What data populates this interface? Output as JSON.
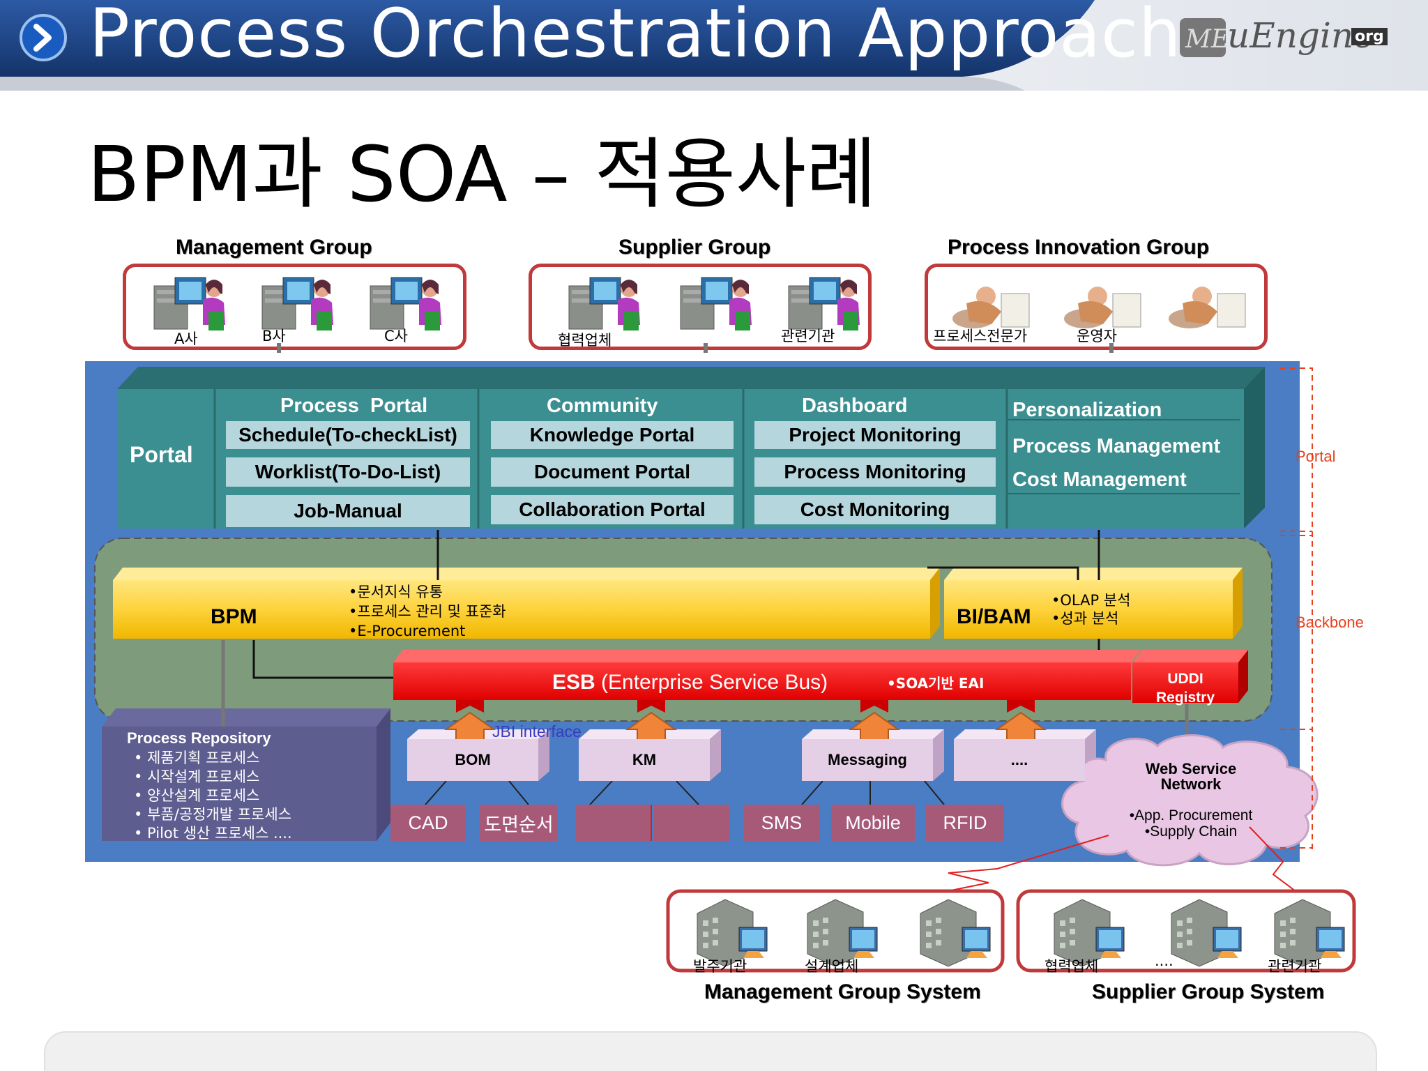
{
  "header": {
    "title": "Process Orchestration Approach",
    "logo_text": "uEngine",
    "logo_suffix": "org"
  },
  "subtitle": "BPM과 SOA – 적용사례",
  "colors": {
    "header_bg": "#1c3f7c",
    "frame_red": "#c0393b",
    "portal_teal": "#3b8f91",
    "backbone_green": "#7e9c7b",
    "outer_blue": "#4a7dc4",
    "esb_red": "#ee1111",
    "bpm_yellow": "#fbd331"
  },
  "groups": {
    "management": {
      "title": "Management Group",
      "labels": [
        "A사",
        "B사",
        "C사"
      ]
    },
    "supplier": {
      "title": "Supplier Group",
      "labels": [
        "협력업체",
        "관련기관"
      ]
    },
    "innovation": {
      "title": "Process Innovation Group",
      "labels": [
        "프로세스전문가",
        "운영자"
      ]
    }
  },
  "portal": {
    "label": "Portal",
    "columns": [
      {
        "header": "Process  Portal",
        "items": [
          "Schedule(To-checkList)",
          "Worklist(To-Do-List)",
          "Job-Manual"
        ]
      },
      {
        "header": "Community",
        "items": [
          "Knowledge Portal",
          "Document Portal",
          "Collaboration Portal"
        ]
      },
      {
        "header": "Dashboard",
        "items": [
          "Project Monitoring",
          "Process Monitoring",
          "Cost Monitoring"
        ]
      }
    ],
    "personalization": {
      "header": "Personalization",
      "items": [
        "Process Management",
        "Cost Management"
      ]
    }
  },
  "backbone": {
    "bpm": {
      "label": "BPM",
      "bullets": [
        "•문서지식 유통",
        "•프로세스 관리 및 표준화",
        "•E-Procurement"
      ]
    },
    "bibam": {
      "label": "BI/BAM",
      "bullets": [
        "•OLAP 분석",
        "•성과 분석"
      ]
    },
    "esb": {
      "bold": "ESB",
      "label": " (Enterprise Service Bus)",
      "note": "•SOA기반 EAI"
    },
    "uddi": {
      "line1": "UDDI",
      "line2": "Registry"
    },
    "jbi": "JBI interface"
  },
  "repository": {
    "title": "Process Repository",
    "items": [
      "• 제품기획 프로세스",
      "• 시작설계 프로세스",
      "• 양산설계 프로세스",
      "• 부품/공정개발 프로세스",
      "• Pilot 생산 프로세스 ...."
    ]
  },
  "services": [
    "BOM",
    "KM",
    "Messaging",
    "...."
  ],
  "protocols": [
    "CAD",
    "도면순서",
    "SMS",
    "Mobile",
    "RFID"
  ],
  "web_service": {
    "title_line1": "Web Service",
    "title_line2": "Network",
    "items": [
      "•App. Procurement",
      "•Supply Chain"
    ]
  },
  "side_labels": {
    "portal": "Portal",
    "backbone": "Backbone"
  },
  "systems": {
    "management": {
      "title": "Management Group System",
      "labels": [
        "발주기관",
        "설계업체"
      ]
    },
    "supplier": {
      "title": "Supplier Group System",
      "labels": [
        "협력업체",
        "....",
        "관련기관"
      ]
    }
  }
}
